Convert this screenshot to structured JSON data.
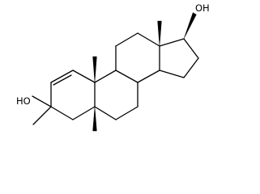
{
  "diagram": {
    "type": "skeletal-structure",
    "line_color": "#000000",
    "background_color": "#ffffff",
    "atom_labels": [
      {
        "id": "oh-c17",
        "text": "OH"
      },
      {
        "id": "ho-c3",
        "text": "HO"
      }
    ]
  }
}
